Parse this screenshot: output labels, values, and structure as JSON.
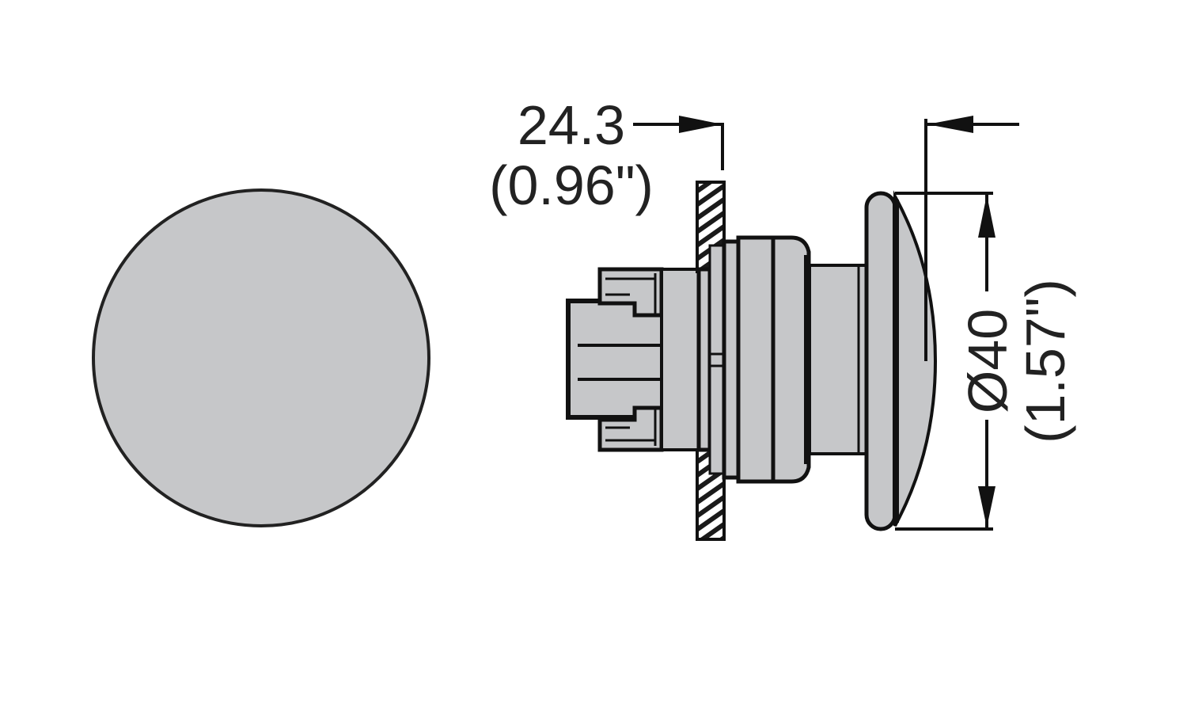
{
  "drawing": {
    "subject": "Mushroom head pushbutton",
    "views": {
      "front": {
        "label": "front-view",
        "shape": "circle"
      },
      "side": {
        "label": "side-view-mounted-on-panel"
      }
    },
    "dimensions": {
      "depth": {
        "mm": "24.3",
        "inch": "(0.96\")"
      },
      "diameter": {
        "mm": "Ø40",
        "inch": "(1.57\")"
      }
    },
    "colors": {
      "fill": "#c6c7c9",
      "stroke": "#111111",
      "text": "#222222",
      "background": "#ffffff"
    }
  }
}
